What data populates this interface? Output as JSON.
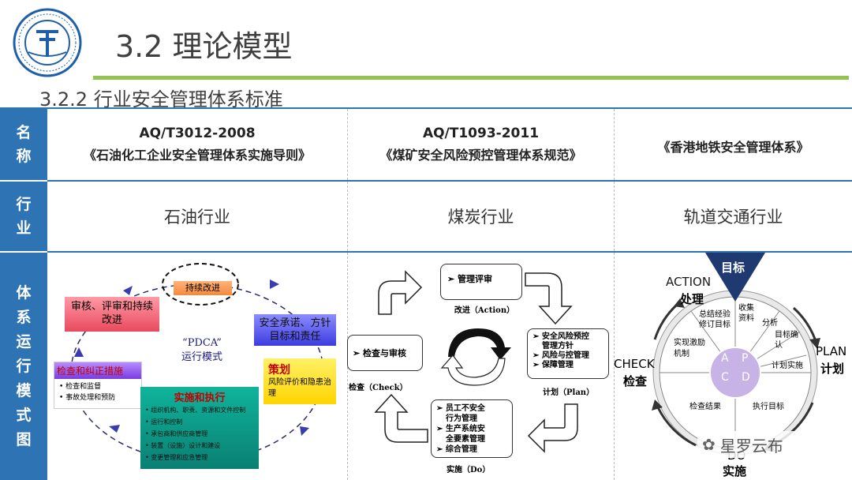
{
  "logo": {
    "ring_text": "中国地质大学 CHINA UNIVERSITY OF GEOSCIENCES"
  },
  "header": {
    "title": "3.2 理论模型",
    "subtitle": "3.2.2 行业安全管理体系标准"
  },
  "row_labels": {
    "name": [
      "名",
      "称"
    ],
    "industry": [
      "行",
      "业"
    ],
    "model": [
      "体",
      "系",
      "运",
      "行",
      "模",
      "式",
      "图"
    ]
  },
  "standards": [
    {
      "code": "AQ/T3012-2008",
      "name": "《石油化工企业安全管理体系实施导则》",
      "industry": "石油行业"
    },
    {
      "code": "AQ/T1093-2011",
      "name": "《煤矿安全风险预控管理体系规范》",
      "industry": "煤炭行业"
    },
    {
      "code": "",
      "name": "《香港地铁安全管理体系》",
      "industry": "轨道交通行业"
    }
  ],
  "pdca": {
    "improve": "持续改进",
    "review": "审核、评审和持续改进",
    "commit": "安全承诺、方针目标和责任",
    "center1": "“PDCA”",
    "center2": "运行模式",
    "plan_title": "策划",
    "plan_sub": "风险评价和隐患治理",
    "check_title": "检查和纠正措施",
    "check_items": [
      "• 检查和监督",
      "• 事故处理和预防"
    ],
    "do_title": "实施和执行",
    "do_items": [
      "• 组织机构、职责、资源和文件控制",
      "• 运行和控制",
      "• 承包商和供应商管理",
      "• 装置（设施）设计和建设",
      "• 变更管理和应急管理"
    ]
  },
  "coal": {
    "action_box": "➢ 管理评审",
    "action_lbl": "改进（Action）",
    "check_box": "➢ 检查与审核",
    "check_lbl": "检查（Check）",
    "plan_items": [
      "➢ 安全风险预控",
      "管理方针",
      "➢ 风险与控管理",
      "➢ 保障管理"
    ],
    "plan_lbl": "计划（Plan）",
    "do_items": [
      "➢ 员工不安全",
      "行为管理",
      "➢ 生产系统安",
      "全要素管理",
      "➢ 综合管理"
    ],
    "do_lbl": "实施（Do）"
  },
  "metro": {
    "target": "目标",
    "action_en": "ACTION",
    "action_cn": "处理",
    "plan_en": "PLAN",
    "plan_cn": "计划",
    "check_en": "CHECK",
    "check_cn": "检查",
    "do_en": "DO",
    "do_cn": "实施",
    "seg_summary": "总结经验修订目标",
    "seg_collect": "收集资料",
    "seg_analyze": "分析",
    "seg_confirm": "目标确认",
    "seg_plan": "计划实施",
    "seg_realize": "实现激励机制",
    "seg_result": "检查结果",
    "seg_exec": "执行目标",
    "letters": [
      "A",
      "P",
      "C",
      "D"
    ]
  },
  "watermark": "星罗云布",
  "colors": {
    "blue": "#2e74b5",
    "green": "#92c353",
    "navy": "#1f3a70"
  }
}
